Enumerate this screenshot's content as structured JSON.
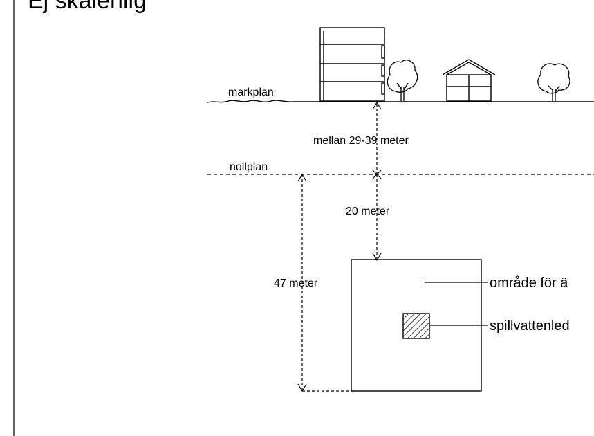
{
  "title": "Ej skalenlig",
  "labels": {
    "markplan": "markplan",
    "nollplan": "nollplan",
    "depth_to_zero": "mellan 29-39 meter",
    "zero_to_area": "20 meter",
    "total_depth": "47 meter",
    "area": "område för ä",
    "sewer": "spillvattenled"
  }
}
